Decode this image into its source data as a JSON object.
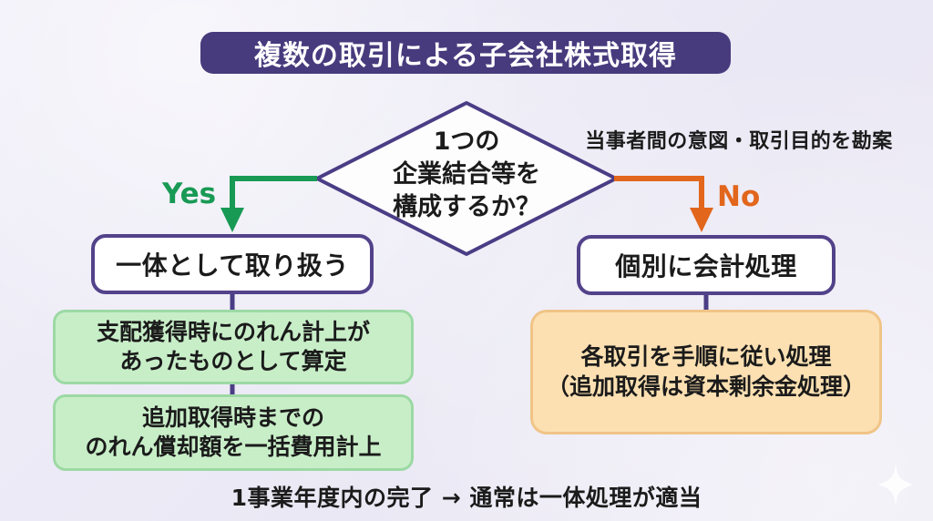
{
  "diagram": {
    "title": "複数の取引による子会社株式取得",
    "annotation": "当事者間の意図・取引目的を勘案",
    "decision": {
      "question": "1つの\n企業結合等を\n構成するか？",
      "yes_label": "Yes",
      "no_label": "No"
    },
    "yes_branch": {
      "result": "一体として取り扱う",
      "steps": [
        "支配獲得時にのれん計上が\nあったものとして算定",
        "追加取得時までの\nのれん償却額を一括費用計上"
      ]
    },
    "no_branch": {
      "result": "個別に会計処理",
      "steps": [
        "各取引を手順に従い処理\n（追加取得は資本剰余金処理）"
      ]
    },
    "footnote": "1事業年度内の完了 → 通常は一体処理が適当",
    "colors": {
      "title_bg": "#473b7d",
      "outline_purple": "#4a3d85",
      "yes_green": "#189a54",
      "no_orange": "#e2661c",
      "yes_step_bg": "#c8eec8",
      "yes_step_border": "#9cd9a4",
      "no_step_bg": "#fce0b2",
      "no_step_border": "#f0c487",
      "background": "#eceaf4"
    }
  }
}
